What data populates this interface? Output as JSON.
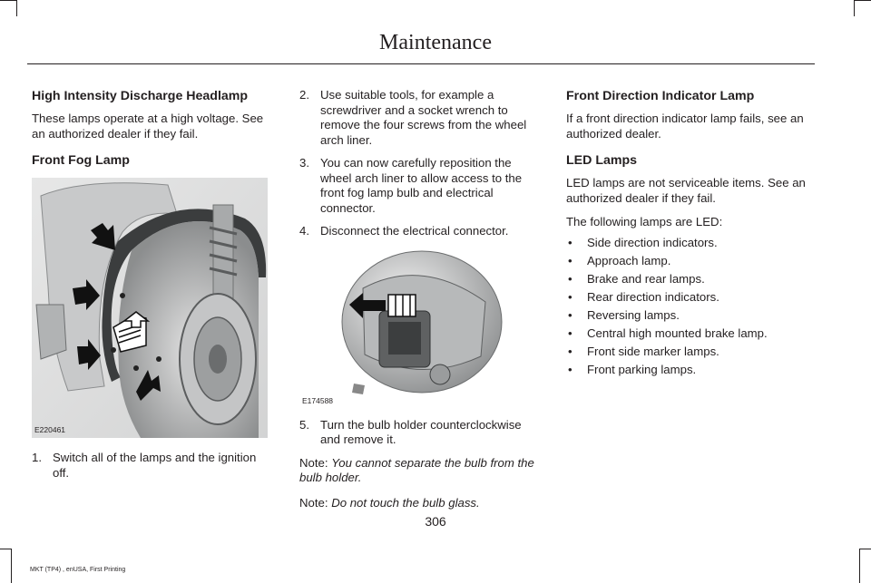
{
  "header": {
    "title": "Maintenance"
  },
  "col1": {
    "hid_heading": "High Intensity Discharge Headlamp",
    "hid_text": "These lamps operate at a high voltage. See an authorized dealer if they fail.",
    "fog_heading": "Front Fog Lamp",
    "figure_code": "E220461",
    "steps": [
      {
        "num": "1.",
        "text": "Switch all of the lamps and the ignition off."
      }
    ]
  },
  "col2": {
    "steps": [
      {
        "num": "2.",
        "text": "Use suitable tools, for example a screwdriver and a socket wrench to remove the four screws from the wheel arch liner."
      },
      {
        "num": "3.",
        "text": "You can now carefully reposition the wheel arch liner to allow access to the front fog lamp bulb and electrical connector."
      },
      {
        "num": "4.",
        "text": "Disconnect the electrical connector."
      },
      {
        "num": "5.",
        "text": "Turn the bulb holder counterclockwise and remove it."
      }
    ],
    "figure_code": "E174588",
    "notes": [
      {
        "label": "Note:",
        "text": "You cannot separate the bulb from the bulb holder."
      },
      {
        "label": "Note:",
        "text": "Do not touch the bulb glass."
      }
    ]
  },
  "col3": {
    "fdi_heading": "Front Direction Indicator Lamp",
    "fdi_text": "If a front direction indicator lamp fails, see an authorized dealer.",
    "led_heading": "LED Lamps",
    "led_text": "LED lamps are not serviceable items. See an authorized dealer if they fail.",
    "led_intro": "The following lamps are LED:",
    "led_items": [
      "Side direction indicators.",
      "Approach lamp.",
      "Brake and rear lamps.",
      "Rear direction indicators.",
      "Reversing lamps.",
      "Central high mounted brake lamp.",
      "Front side marker lamps.",
      "Front parking lamps."
    ]
  },
  "page_number": "306",
  "footer": "MKT (TP4) , enUSA, First Printing"
}
